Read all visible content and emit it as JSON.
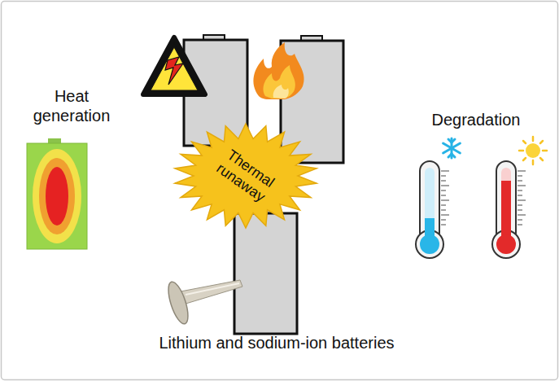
{
  "diagram": {
    "nodes": [
      {
        "text": [
          "Thermal runaway"
        ]
      }
    ],
    "labels": [
      "Heat generation",
      "Degradation",
      "Lithium and sodium-ion batteries"
    ]
  }
}
